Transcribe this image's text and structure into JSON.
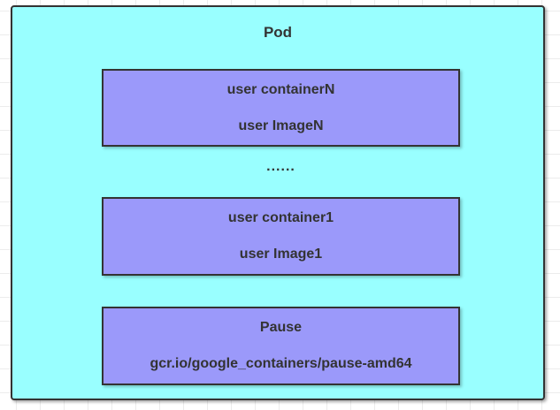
{
  "diagram": {
    "pod": {
      "title": "Pod"
    },
    "ellipsis": "......",
    "containers": [
      {
        "name": "user containerN",
        "image": "user ImageN"
      },
      {
        "name": "user container1",
        "image": "user Image1"
      },
      {
        "name": "Pause",
        "image": "gcr.io/google_containers/pause-amd64"
      }
    ]
  },
  "colors": {
    "pod_fill": "#99ffff",
    "container_fill": "#9b99fa",
    "shape_border": "#333333",
    "text": "#333333",
    "canvas_background": "#ffffff",
    "grid_line": "#ececec"
  }
}
